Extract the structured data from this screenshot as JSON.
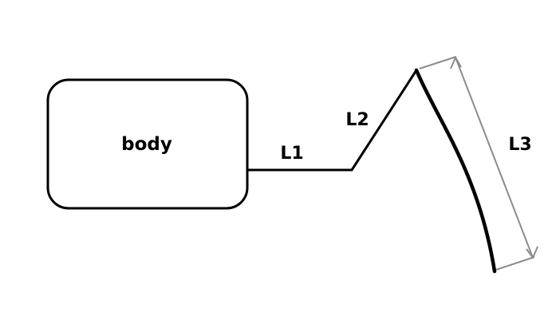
{
  "diagram": {
    "body_label": "body",
    "segment_labels": {
      "l1": "L1",
      "l2": "L2",
      "l3": "L3"
    },
    "colors": {
      "stroke": "#000000",
      "dimension": "#8c8c8c",
      "background": "#ffffff"
    }
  }
}
